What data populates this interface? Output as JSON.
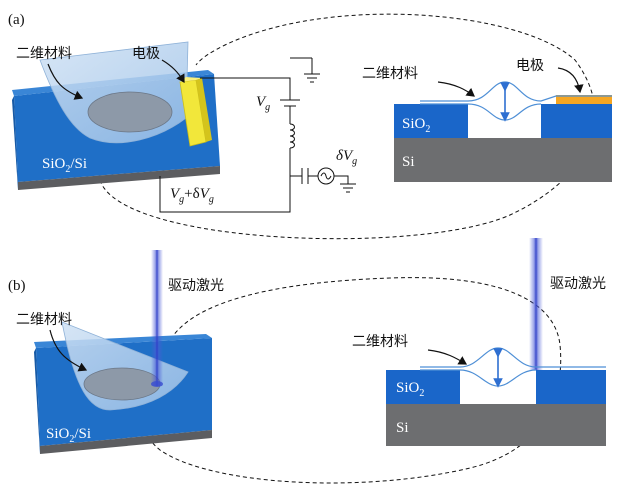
{
  "panel_a": {
    "tag": "(a)",
    "material_label": "二维材料",
    "electrode_label": "电极",
    "substrate_label_main": "SiO",
    "substrate_label_sub": "2",
    "substrate_label_tail": "/Si",
    "vg_symbol": "V",
    "vg_sub": "g",
    "vg_delta_prefix": "+δ",
    "delta_symbol": "δ",
    "cross_material_label": "二维材料",
    "cross_electrode_label": "电极",
    "oxide_label_main": "SiO",
    "oxide_label_sub": "2",
    "si_label": "Si"
  },
  "panel_b": {
    "tag": "(b)",
    "laser_label": "驱动激光",
    "material_label": "二维材料",
    "substrate_label_main": "SiO",
    "substrate_label_sub": "2",
    "substrate_label_tail": "/Si",
    "cross_material_label": "二维材料",
    "cross_laser_label": "驱动激光",
    "oxide_label_main": "SiO",
    "oxide_label_sub": "2",
    "si_label": "Si"
  },
  "colors": {
    "substrate_blue": "#1f6fc7",
    "oxide_blue": "#1a66c9",
    "silicon_gray": "#6d6e70",
    "electrode_yellow": "#f2e73a",
    "electrode_orange": "#f5a623",
    "membrane": "#b8d3ee",
    "laser": "#4b5bd6"
  }
}
